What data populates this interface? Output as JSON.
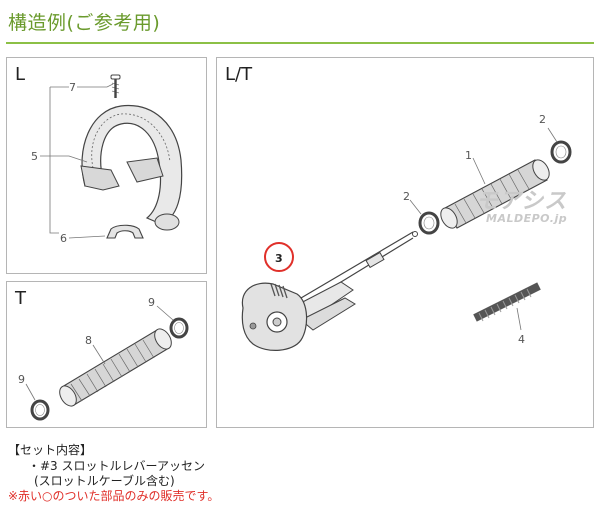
{
  "title": "構造例(ご参考用)",
  "panels": {
    "l": {
      "label": "L",
      "parts": [
        "7",
        "5",
        "6"
      ]
    },
    "t": {
      "label": "T",
      "parts": [
        "9",
        "8",
        "9"
      ]
    },
    "lt": {
      "label": "L/T",
      "parts": [
        "2",
        "1",
        "2",
        "3",
        "4"
      ]
    }
  },
  "set_contents": {
    "title": "【セット内容】",
    "item": "・#3 スロットルレバーアッセン",
    "sub": "(スロットルケーブル含む)",
    "note": "※赤い○のついた部品のみの販売です。"
  },
  "watermark": {
    "line1": "モアシス",
    "line2": "MALDEPO.jp"
  },
  "colors": {
    "title": "#6a9a2c",
    "rule": "#8cc046",
    "highlight": "#e0302a",
    "note": "#e0302a"
  }
}
